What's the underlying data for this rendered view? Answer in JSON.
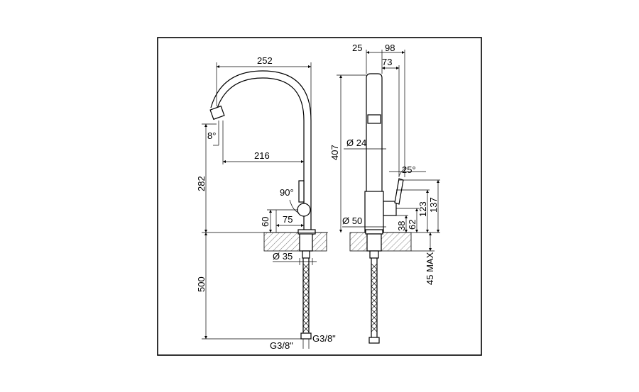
{
  "front_view": {
    "spout_reach": "252",
    "aerator_offset": "216",
    "aerator_angle": "8°",
    "height": "282",
    "handle_angle": "90°",
    "handle_offset": "75",
    "lever_height": "60",
    "shank_diameter": "Ø 35",
    "hose_length": "500",
    "connection_left": "G3/8\"",
    "connection_right": "G3/8\""
  },
  "side_view": {
    "top_width_left": "25",
    "top_width_right": "98",
    "lever_reach": "73",
    "total_height": "407",
    "spout_diameter": "Ø 24",
    "lever_angle": "25°",
    "base_diameter": "Ø 50",
    "dim_38": "38",
    "dim_62": "62",
    "dim_123": "123",
    "dim_137": "137",
    "deck_thickness": "45 MAX"
  }
}
